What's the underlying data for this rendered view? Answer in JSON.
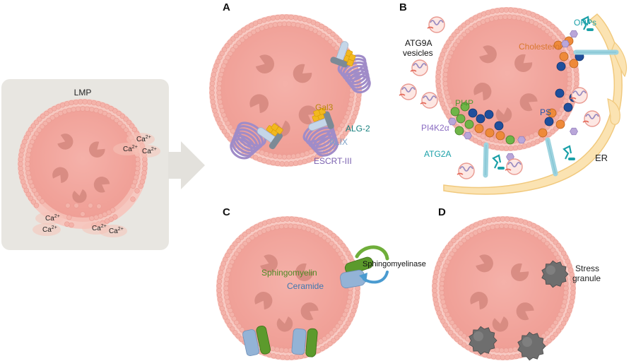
{
  "panels": {
    "lmp": {
      "title": "LMP",
      "ions": [
        "Ca2+",
        "Ca2+",
        "Ca2+",
        "Ca2+",
        "Ca2+",
        "Ca2+",
        "Ca2+"
      ]
    },
    "a": {
      "letter": "A",
      "labels": {
        "gal3": "Gal3",
        "alg2": "ALG-2",
        "alix": "ALIX",
        "escrt": "ESCRT-III"
      }
    },
    "b": {
      "letter": "B",
      "labels": {
        "atg9a_line1": "ATG9A",
        "atg9a_line2": "vesicles",
        "orps": "ORPs",
        "cholesterol": "Cholesterol",
        "pi4p": "PI4P",
        "ps": "PS",
        "pi4k2a": "PI4K2α",
        "atg2a": "ATG2A",
        "er": "ER"
      }
    },
    "c": {
      "letter": "C",
      "labels": {
        "sphingomyelin": "Sphingomyelin",
        "ceramide": "Ceramide",
        "sphingomyelinase": "Sphingomyelinase"
      }
    },
    "d": {
      "letter": "D",
      "labels": {
        "stress_line1": "Stress",
        "stress_line2": "granule"
      }
    }
  },
  "colors": {
    "lumen": "#f1a59e",
    "lumen_dark": "#e98e86",
    "bead": "#f4b3aa",
    "bead_edge": "#e99a91",
    "cargo": "#d4877e",
    "escrt": "#a08cc8",
    "alix": "#c5d6e8",
    "alg2": "#7c8a96",
    "gal3": "#f2b81f",
    "er": "#fbe3b2",
    "er_edge": "#f1c97d",
    "cholesterol": "#ee8a3a",
    "ps": "#1f4f9c",
    "pi4p": "#6fb548",
    "pi4k2a": "#b9a6d9",
    "atg2a": "#9dd3df",
    "teal": "#1aa0a8",
    "sphingomyelin": "#5c9a2c",
    "ceramide": "#93b3d6",
    "arrow_green": "#6fae3a",
    "arrow_blue": "#4a9bd0",
    "stress": "#6e6e6e",
    "lmp_bg": "#e8e6e1",
    "big_arrow": "#e3e1dc",
    "atg9a_purple": "#9a8cc0",
    "atg9a_red": "#e46a5a"
  }
}
